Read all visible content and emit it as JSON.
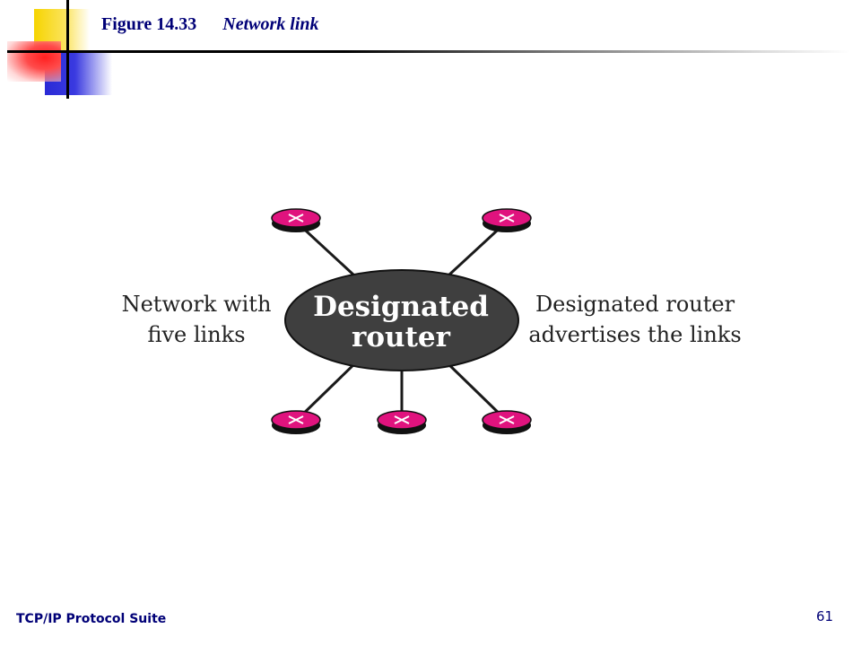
{
  "header": {
    "figure_label": "Figure 14.33",
    "figure_caption": "Network link"
  },
  "diagram": {
    "center_label_line1": "Designated",
    "center_label_line2": "router",
    "left_text_line1": "Network with",
    "left_text_line2": "five links",
    "right_text_line1": "Designated router",
    "right_text_line2": "advertises the links",
    "router_icon": "router-icon",
    "router_count": 5,
    "colors": {
      "router_fill": "#e0137e",
      "center_fill": "#3f3f3f",
      "link_color": "#1a1a1a"
    }
  },
  "footer": {
    "book_title": "TCP/IP Protocol Suite",
    "page_number": "61"
  }
}
